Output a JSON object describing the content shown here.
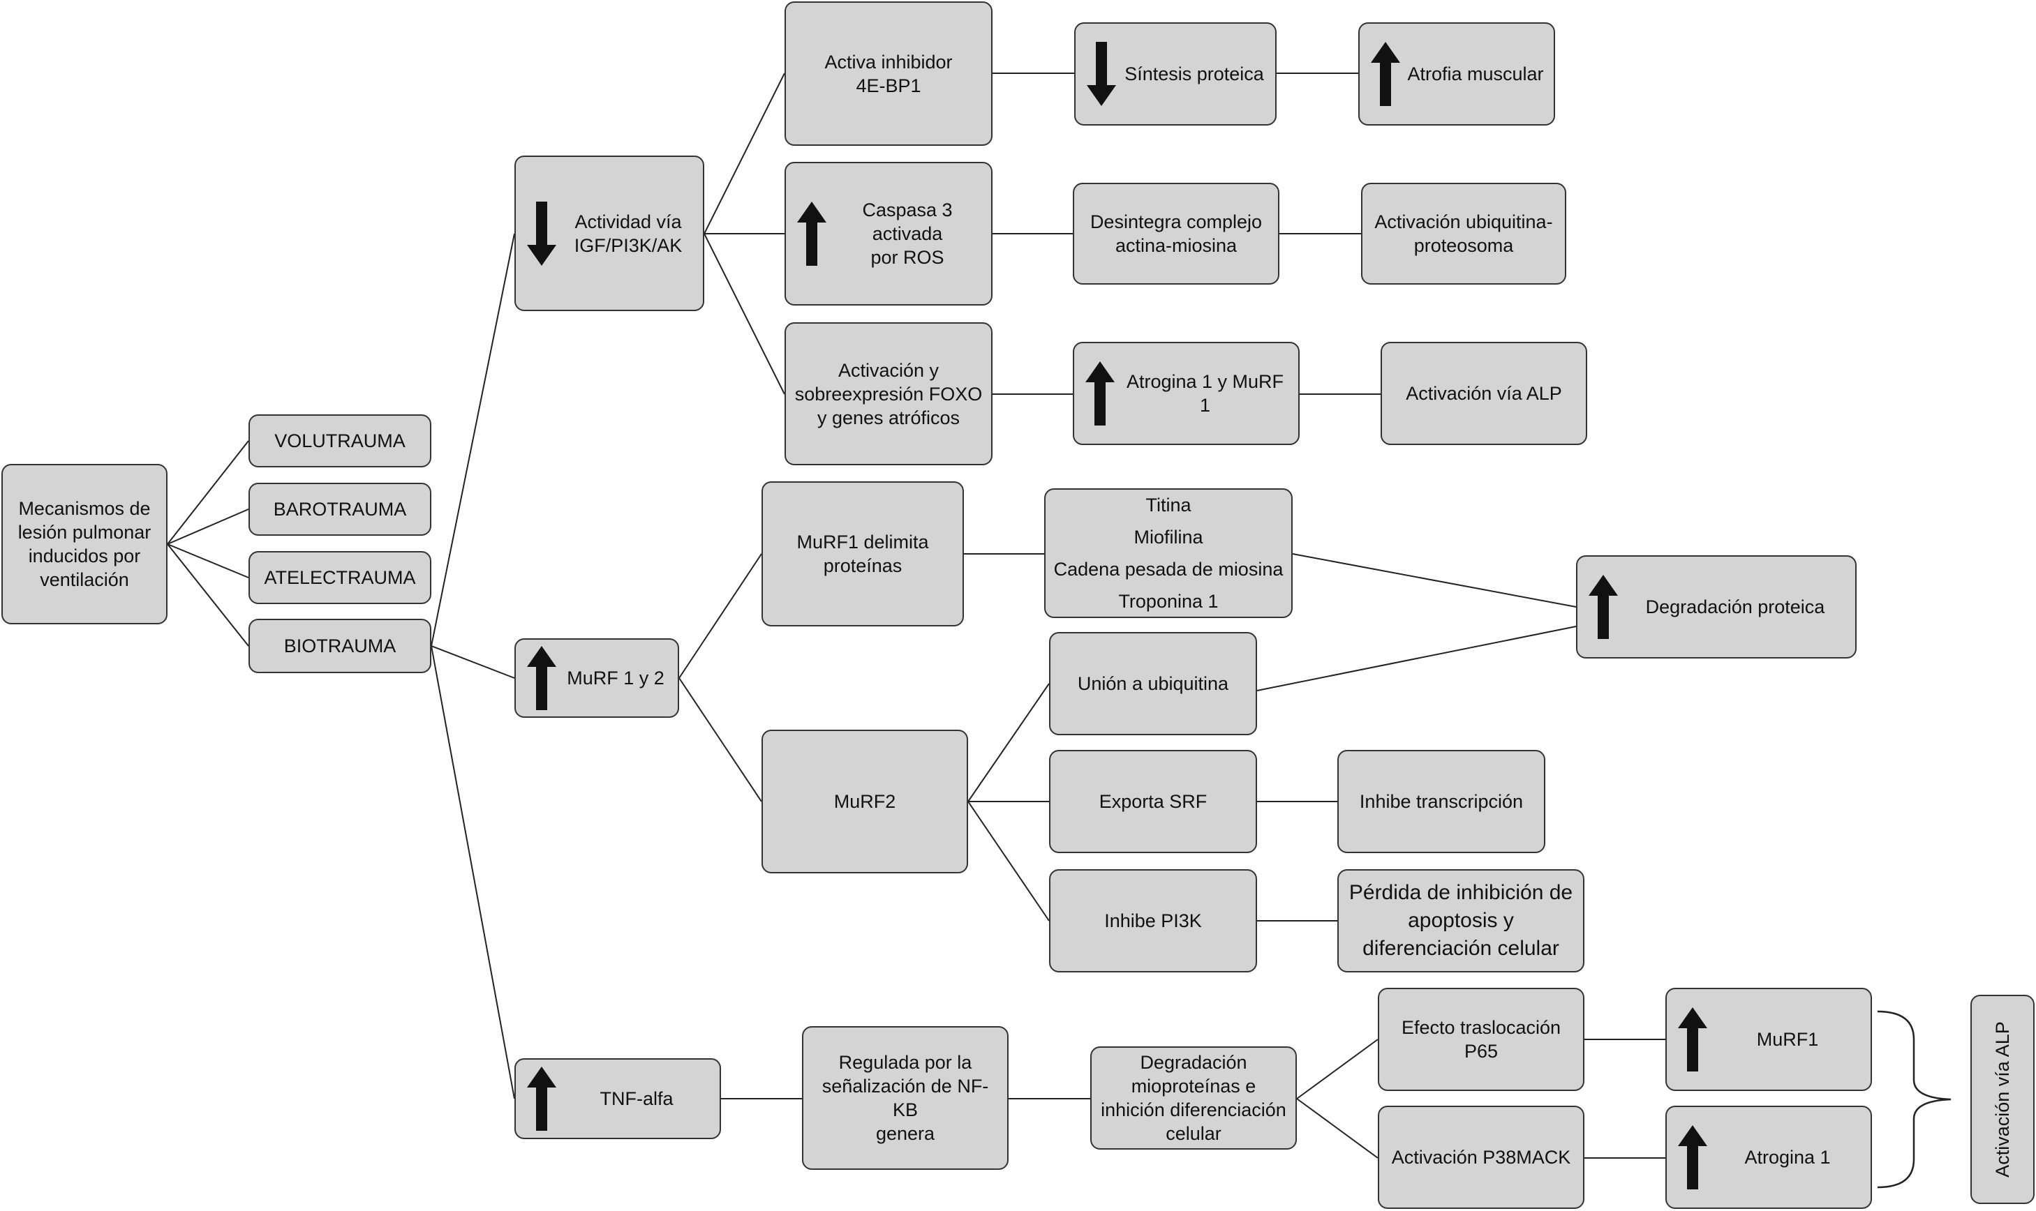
{
  "nodes": {
    "root": "Mecanismos de\nlesión pulmonar\ninducidos por\nventilación",
    "volutrauma": "VOLUTRAUMA",
    "barotrauma": "BAROTRAUMA",
    "atelectrauma": "ATELECTRAUMA",
    "biotrauma": "BIOTRAUMA",
    "igf": "Actividad vía\nIGF/PI3K/AK",
    "inhibidor": "Activa inhibidor\n4E-BP1",
    "sintesis": "Síntesis proteica",
    "atrofia": "Atrofia muscular",
    "caspasa": "Caspasa 3 activada\npor ROS",
    "desintegra": "Desintegra complejo\nactina-miosina",
    "ubiq_proteosoma": "Activación ubiquitina-\nproteosoma",
    "foxo": "Activación y\nsobreexpresión FOXO\ny genes atróficos",
    "atrogina_murf": "Atrogina 1 y MuRF 1",
    "via_alp": "Activación vía ALP",
    "murf12": "MuRF 1 y 2",
    "murf1_delimita": "MuRF1 delimita\nproteínas",
    "proteins": "Titina\nMiofilina\nCadena pesada de miosina\nTroponina 1",
    "degradacion": "Degradación proteica",
    "murf2": "MuRF2",
    "union": "Unión a ubiquitina",
    "exporta": "Exporta SRF",
    "inhibe_trans": "Inhibe transcripción",
    "inhibe_pi3k": "Inhibe PI3K",
    "perdida": "Pérdida de inhibición de\napoptosis y\ndiferenciación celular",
    "tnf": "TNF-alfa",
    "regulada": "Regulada por la\nseñalización de NF-KB\ngenera",
    "degradacion_mio": "Degradación\nmioproteínas e\ninhición diferenciación\ncelular",
    "p65": "Efecto traslocación\nP65",
    "p38": "Activación P38MACK",
    "murf1": "MuRF1",
    "atrogina1": "Atrogina 1",
    "alp_vertical": "Activación vía ALP"
  },
  "arrows": {
    "igf": "down",
    "sintesis": "down",
    "atrofia": "up",
    "caspasa": "up",
    "atrogina_murf": "up",
    "degradacion": "up",
    "murf12": "up",
    "tnf": "up",
    "murf1": "up",
    "atrogina1": "up"
  },
  "colors": {
    "box_fill": "#d4d4d4",
    "border": "#333333",
    "line": "#222222",
    "arrow": "#111111"
  }
}
